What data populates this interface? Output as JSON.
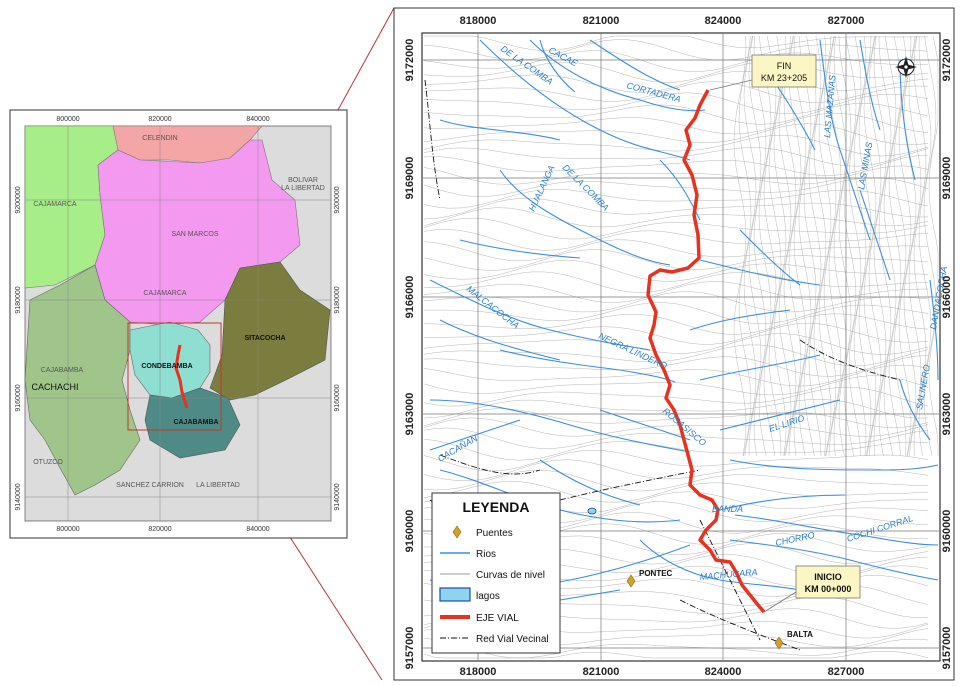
{
  "inset_map": {
    "x_ticks_top": [
      "800000",
      "820000",
      "840000"
    ],
    "x_ticks_bottom": [
      "800000",
      "820000",
      "840000"
    ],
    "y_ticks": [
      "9200000",
      "9180000",
      "9160000",
      "9140000"
    ],
    "regions": {
      "celendin": "CELENDIN",
      "cajamarca_top": "CAJAMARCA",
      "san_marcos": "SAN MARCOS",
      "cajamarca_mid": "CAJAMARCA",
      "bolivar": "BOLIVAR",
      "la_libertad_top": "LA LIBERTAD",
      "sitacocha": "SITACOCHA",
      "cajabamba_left": "CAJABAMBA",
      "cachachi": "CACHACHI",
      "condebamba": "CONDEBAMBA",
      "cajabamba": "CAJABAMBA",
      "otuzco": "OTUZCO",
      "sanchez_carrion": "SANCHEZ CARRION",
      "la_libertad_bottom": "LA LIBERTAD"
    },
    "colors": {
      "celendin": "#f4a6a6",
      "cajamarca": "#a8ee88",
      "san_marcos": "#f39af0",
      "sitacocha": "#7a7d3e",
      "cachachi": "#9fc58a",
      "condebamba": "#8fded2",
      "cajabamba": "#4e8a86",
      "outside": "#dcdcdc"
    }
  },
  "main_map": {
    "x_ticks": [
      "818000",
      "821000",
      "824000",
      "827000"
    ],
    "y_ticks": [
      "9172000",
      "9169000",
      "9166000",
      "9163000",
      "9160000",
      "9157000"
    ],
    "right_ticks": [
      "9172000",
      "9169000",
      "9166000",
      "9163000",
      "9160000",
      "9157000"
    ],
    "end_callout": {
      "line1": "FIN",
      "line2": "KM 23+205"
    },
    "start_callout": {
      "line1": "INICIO",
      "line2": "KM 00+000"
    },
    "bridges": {
      "pontec": "PONTEC",
      "balta": "BALTA"
    },
    "rivers": {
      "de_la_comba": "DE LA COMBA",
      "cacae": "CACAE",
      "cortadera": "CORTADERA",
      "huallanga": "HUALANGA",
      "de_la_comba_2": "DE LA COMBA",
      "malcacocha": "MALCACOCHA",
      "negra_lindero": "NEGRA LINDERO",
      "rosasisco": "ROSASISCO",
      "el_lirio": "EL LIRIO",
      "cacanan": "CACAÑAN",
      "chorro": "CHORRO",
      "cochi_corral": "COCHI CORRAL",
      "machucara": "MACHUCARA",
      "las_mazanas": "LAS MAZANAS",
      "las_minas": "LAS MINAS",
      "salinero": "SALINERO",
      "dandacocha": "DANDACOCHA",
      "banda": "BANDA"
    },
    "colors": {
      "river": "#3a8fe0",
      "road": "#e8321e",
      "contour": "#9a9a9a",
      "callout_bg": "#fbf6c4",
      "bridge": "#d4a02a",
      "lake": "#8ed3f0"
    }
  },
  "legend": {
    "title": "LEYENDA",
    "items": [
      {
        "key": "bridges",
        "label": "Puentes"
      },
      {
        "key": "rivers",
        "label": "Rios"
      },
      {
        "key": "contours",
        "label": "Curvas de nivel"
      },
      {
        "key": "lakes",
        "label": "lagos"
      },
      {
        "key": "road",
        "label": "EJE VIAL"
      },
      {
        "key": "local_roads",
        "label": "Red Vial Vecinal"
      }
    ]
  }
}
